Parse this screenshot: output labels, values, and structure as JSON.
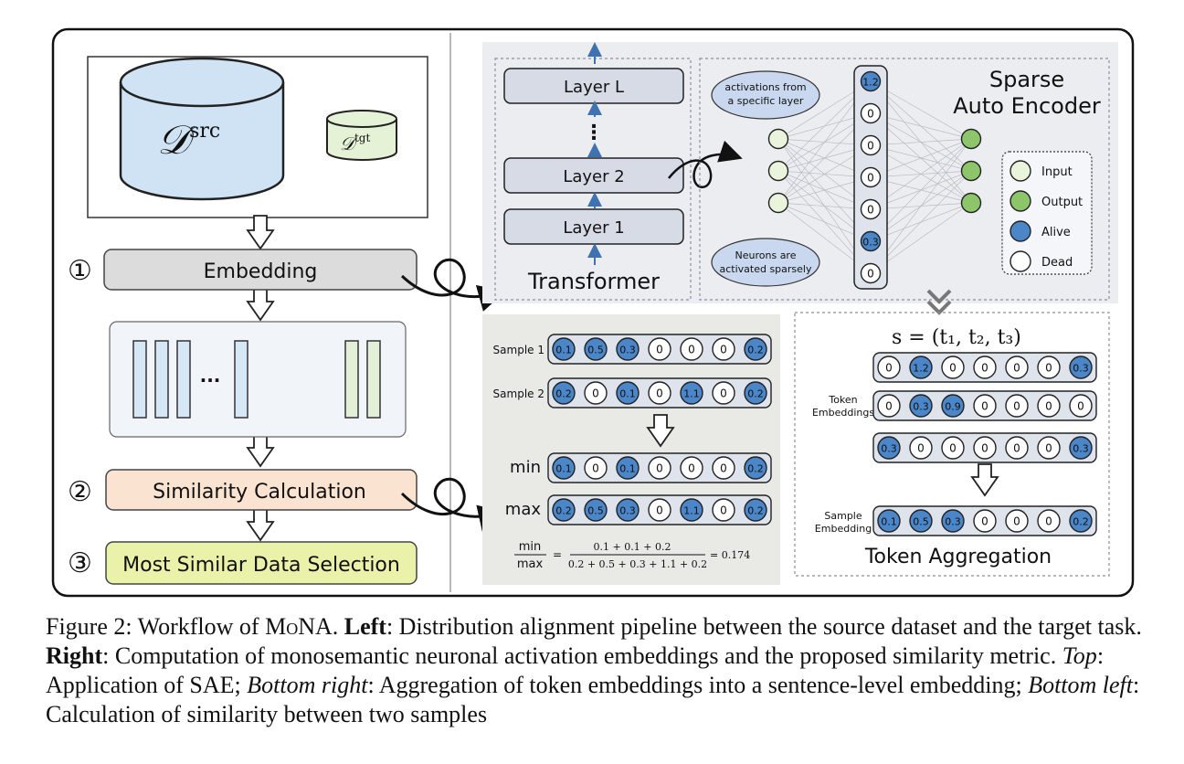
{
  "left": {
    "src_base": "𝒟",
    "src_sup": "src",
    "tgt_base": "𝒟",
    "tgt_sup": "tgt",
    "steps": [
      {
        "num": "①",
        "label": "Embedding",
        "color": "#dcdcdc"
      },
      {
        "num": "②",
        "label": "Similarity Calculation",
        "color": "#fbe3d2"
      },
      {
        "num": "③",
        "label": "Most Similar Data Selection",
        "color": "#eaf2a9"
      }
    ],
    "ellipsis": "...",
    "vdots": "⋮"
  },
  "transformer": {
    "title": "Transformer",
    "layers": [
      "Layer L",
      "Layer 2",
      "Layer 1"
    ]
  },
  "sae": {
    "title_line1": "Sparse",
    "title_line2": "Auto Encoder",
    "bubble_top": [
      "activations from",
      "a specific layer"
    ],
    "bubble_bottom": [
      "Neurons are",
      "activated sparsely"
    ],
    "hidden_values": [
      "1.2",
      "0",
      "0",
      "0",
      "0",
      "0.3",
      "0"
    ],
    "legend": [
      "Input",
      "Output",
      "Alive",
      "Dead"
    ]
  },
  "similarity": {
    "rows": [
      {
        "label": "Sample 1",
        "values": [
          "0.1",
          "0.5",
          "0.3",
          "0",
          "0",
          "0",
          "0.2"
        ]
      },
      {
        "label": "Sample 2",
        "values": [
          "0.2",
          "0",
          "0.1",
          "0",
          "1.1",
          "0",
          "0.2"
        ]
      },
      {
        "label": "min",
        "values": [
          "0.1",
          "0",
          "0.1",
          "0",
          "0",
          "0",
          "0.2"
        ]
      },
      {
        "label": "max",
        "values": [
          "0.2",
          "0.5",
          "0.3",
          "0",
          "1.1",
          "0",
          "0.2"
        ]
      }
    ],
    "frac_num": "min",
    "frac_den": "max",
    "formula_num": "0.1 + 0.1 + 0.2",
    "formula_den": "0.2 + 0.5 + 0.3 + 1.1 + 0.2",
    "result": "= 0.174"
  },
  "aggregation": {
    "formula": "s = (t₁, t₂, t₃)",
    "token_label": [
      "Token",
      "Embeddings"
    ],
    "tokens": [
      [
        "0",
        "1.2",
        "0",
        "0",
        "0",
        "0",
        "0.3"
      ],
      [
        "0",
        "0.3",
        "0.9",
        "0",
        "0",
        "0",
        "0"
      ],
      [
        "0.3",
        "0",
        "0",
        "0",
        "0",
        "0",
        "0.3"
      ]
    ],
    "sample_label": [
      "Sample",
      "Embedding"
    ],
    "sample": [
      "0.1",
      "0.5",
      "0.3",
      "0",
      "0",
      "0",
      "0.2"
    ],
    "title": "Token Aggregation"
  },
  "caption": {
    "fig": "Figure 2: Workflow of ",
    "name": "MoNA",
    "p1": ". ",
    "left_b": "Left",
    "p2": ": Distribution alignment pipeline between the source dataset and the target task. ",
    "right_b": "Right",
    "p3": ": Computation of monosemantic neuronal activation embeddings and the proposed similarity metric. ",
    "top_i": "Top",
    "p4": ": Application of SAE; ",
    "br_i": "Bottom right",
    "p5": ": Aggregation of token embeddings into a sentence-level embedding; ",
    "bl_i": "Bottom left",
    "p6": ": Calculation of similarity between two samples"
  },
  "colors": {
    "alive": "#4a86c8",
    "input": "#eaf4dc",
    "output": "#8cc56a",
    "dead": "#ffffff",
    "panel_gray": "#ecedf0",
    "sim_bg": "#e9e9e6"
  }
}
